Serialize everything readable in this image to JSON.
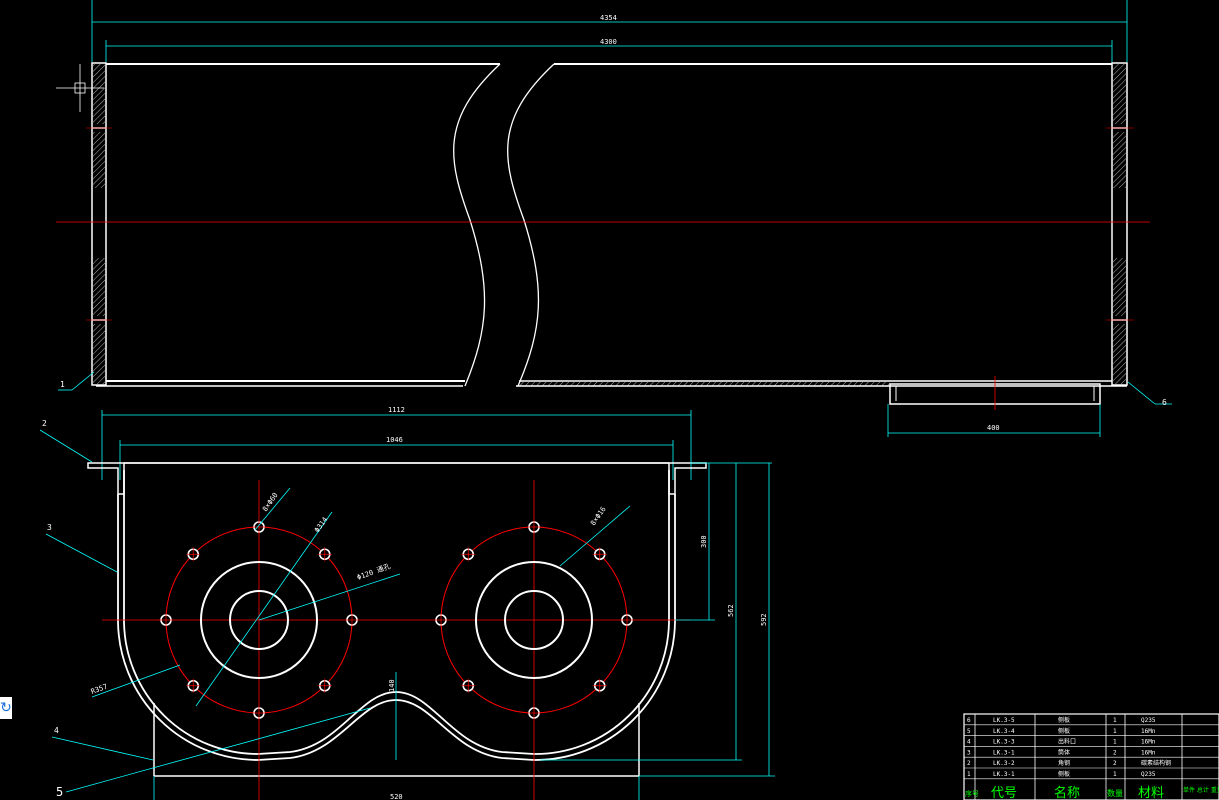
{
  "dimensions": {
    "overall_length": "4354",
    "inner_length": "4300",
    "outlet_width": "400",
    "flange_width": "1112",
    "inner_width": "1046",
    "depth_300": "300",
    "depth_562": "562",
    "depth_592": "592",
    "base_width": "520",
    "height_140": "140"
  },
  "annotations": {
    "a1": "8×Φ60",
    "a2": "Φ314",
    "a3": "Φ120 通孔",
    "a4": "R357",
    "a5": "8×Φ16"
  },
  "balloons": [
    "1",
    "2",
    "3",
    "4",
    "5",
    "6"
  ],
  "bom": {
    "rows": [
      {
        "no": "6",
        "code": "LK.3-5",
        "name": "侧板",
        "qty": "1",
        "material": "Q235"
      },
      {
        "no": "5",
        "code": "LK.3-4",
        "name": "侧板",
        "qty": "1",
        "material": "16Mn"
      },
      {
        "no": "4",
        "code": "LK.3-3",
        "name": "出料口",
        "qty": "1",
        "material": "16Mn"
      },
      {
        "no": "3",
        "code": "LK.3-1",
        "name": "筒体",
        "qty": "2",
        "material": "16Mn"
      },
      {
        "no": "2",
        "code": "LK.3-2",
        "name": "角钢",
        "qty": "2",
        "material": "碳素结构钢"
      },
      {
        "no": "1",
        "code": "LK.3-1",
        "name": "侧板",
        "qty": "1",
        "material": "Q235"
      }
    ],
    "header": {
      "no": "序号",
      "code": "代号",
      "name": "名称",
      "qty": "数量",
      "material": "材料",
      "weight": "单件 总计 重量"
    }
  },
  "colors": {
    "background": "#000000",
    "outline": "#ffffff",
    "centerline": "#ff0000",
    "dimension": "#00ffff",
    "text": "#00ff00"
  },
  "icons": [
    "crosshair-cursor-icon",
    "refresh-icon"
  ]
}
